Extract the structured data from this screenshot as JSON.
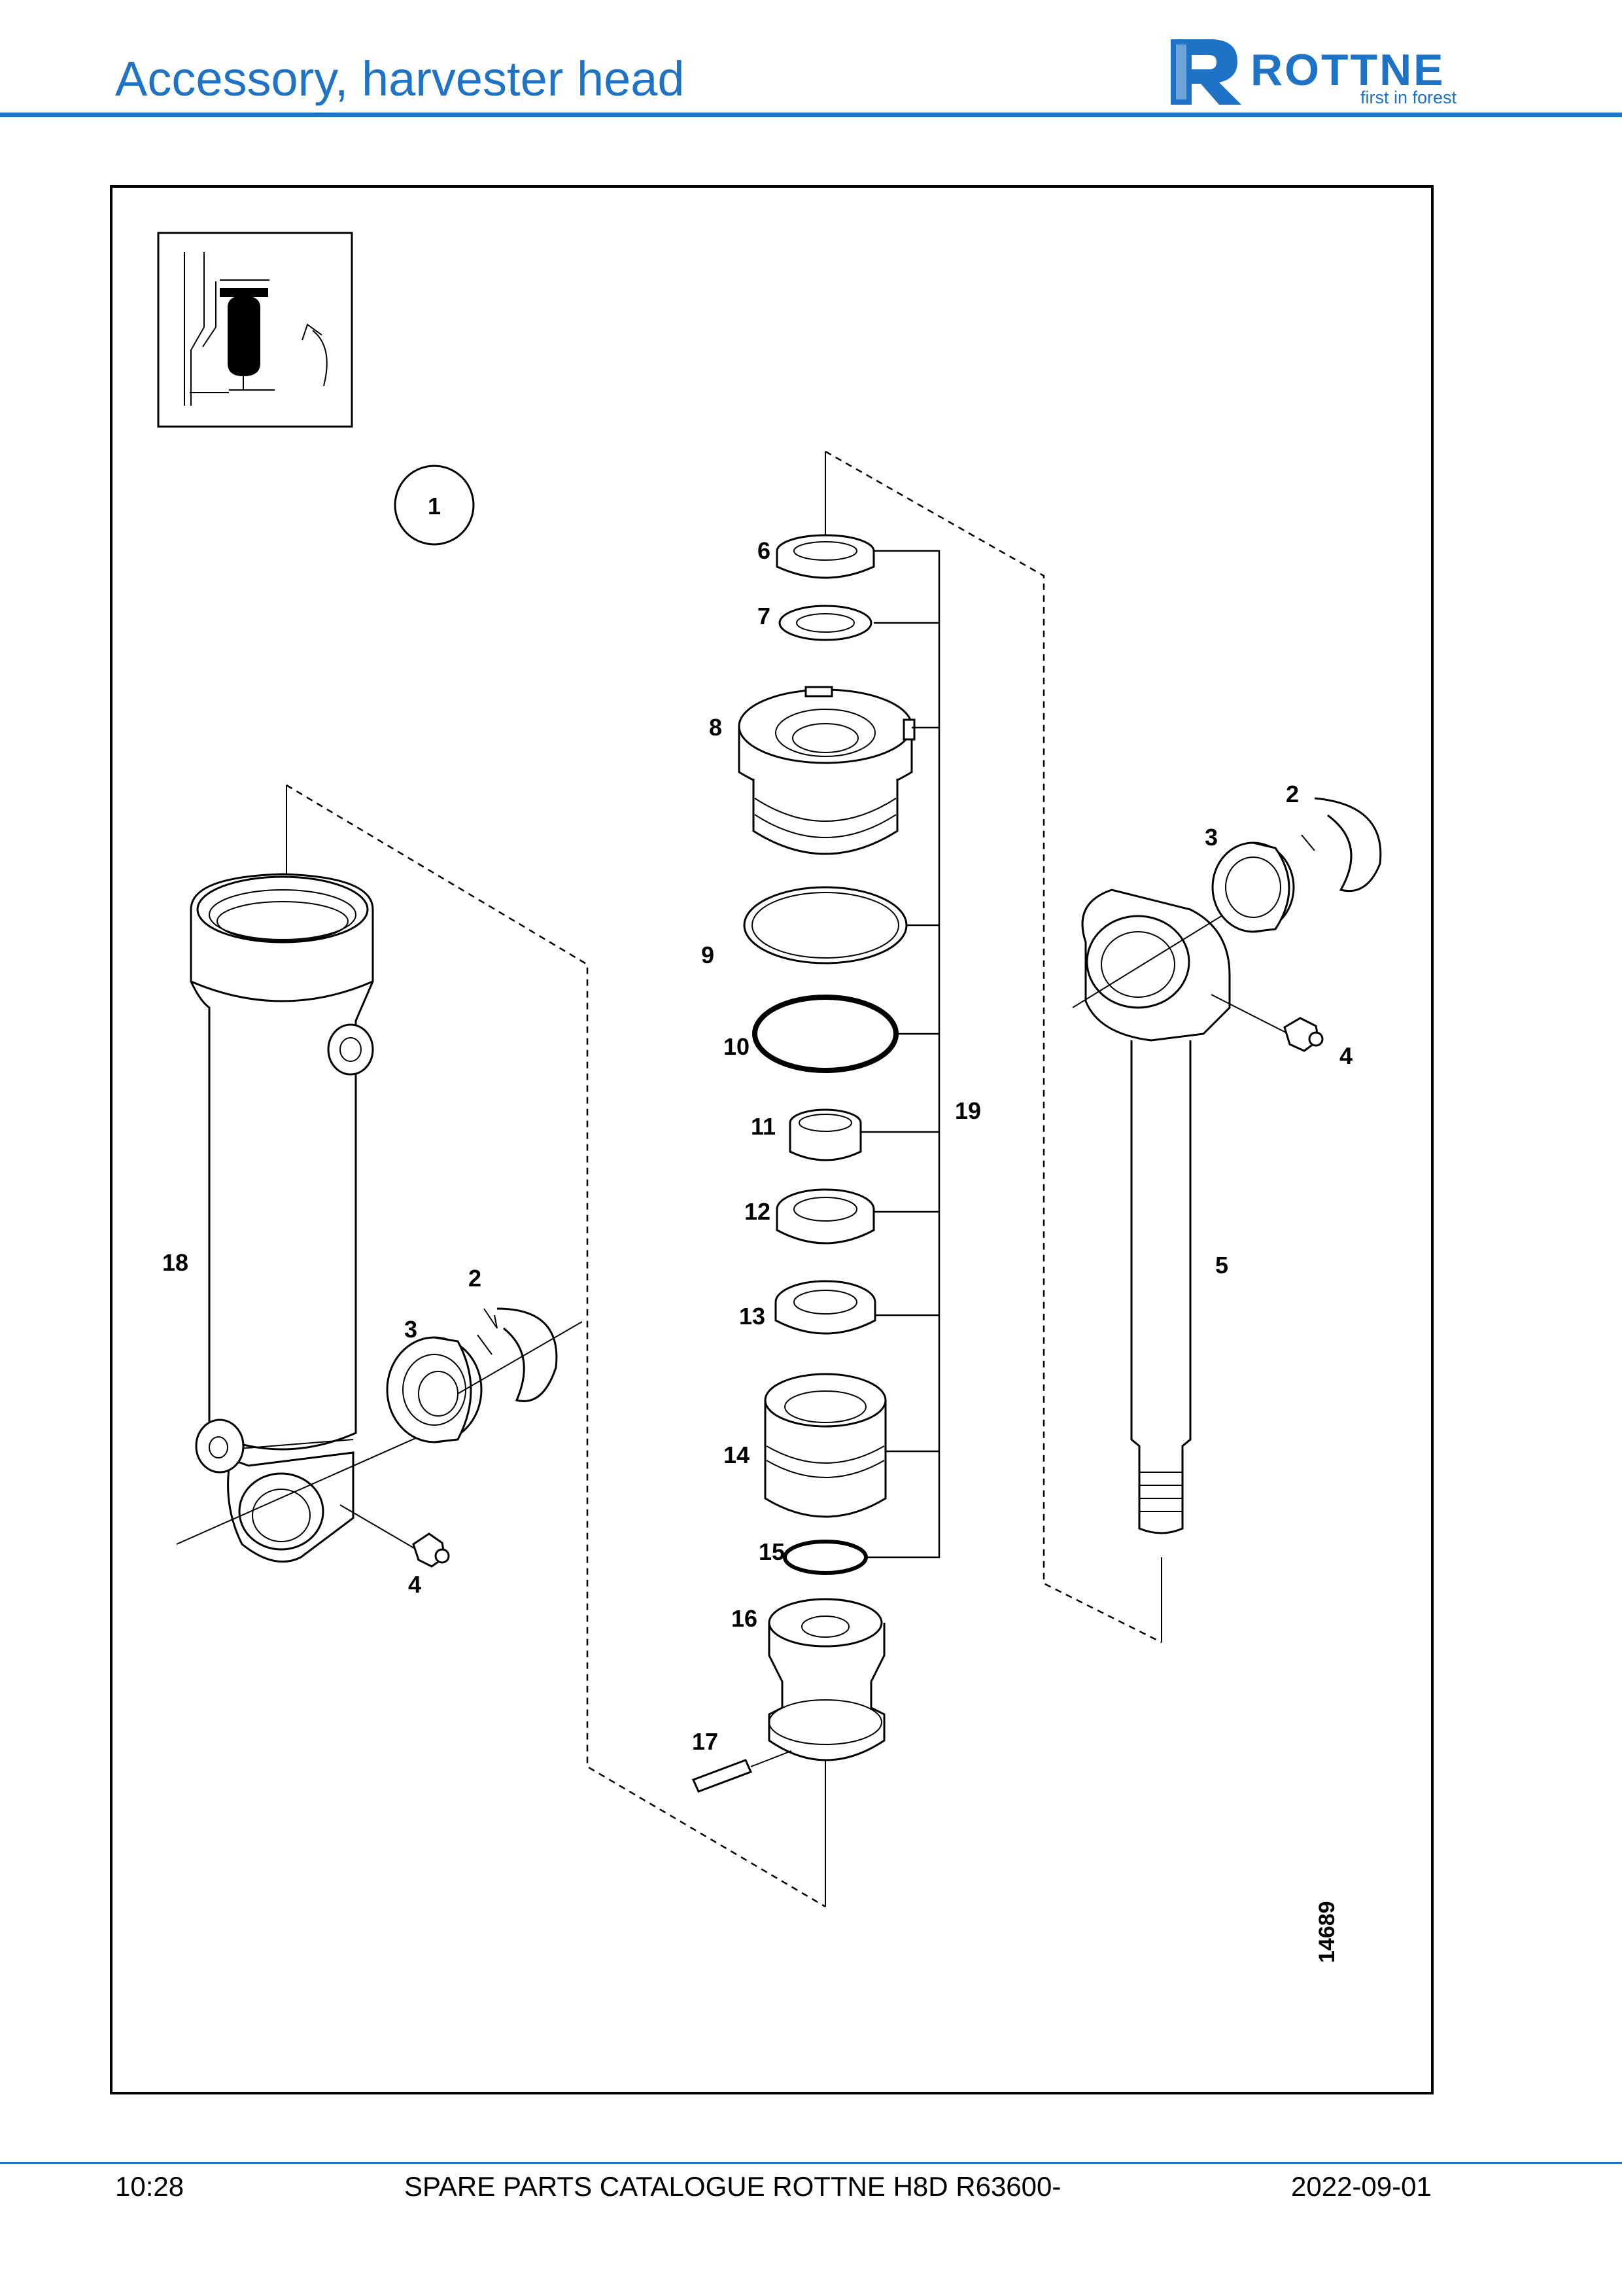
{
  "header": {
    "title": "Accessory, harvester head",
    "brand": "ROTTNE",
    "tagline": "first in forest",
    "brand_color": "#1f73c6"
  },
  "diagram": {
    "item_number": "1",
    "drawing_number": "14689",
    "callouts": {
      "c2a": "2",
      "c2b": "2",
      "c3a": "3",
      "c3b": "3",
      "c4a": "4",
      "c4b": "4",
      "c5": "5",
      "c6": "6",
      "c7": "7",
      "c8": "8",
      "c9": "9",
      "c10": "10",
      "c11": "11",
      "c12": "12",
      "c13": "13",
      "c14": "14",
      "c15": "15",
      "c16": "16",
      "c17": "17",
      "c18": "18",
      "c19": "19"
    }
  },
  "footer": {
    "page": "10:28",
    "catalogue": "SPARE PARTS CATALOGUE ROTTNE H8D R63600-",
    "date": "2022-09-01"
  }
}
